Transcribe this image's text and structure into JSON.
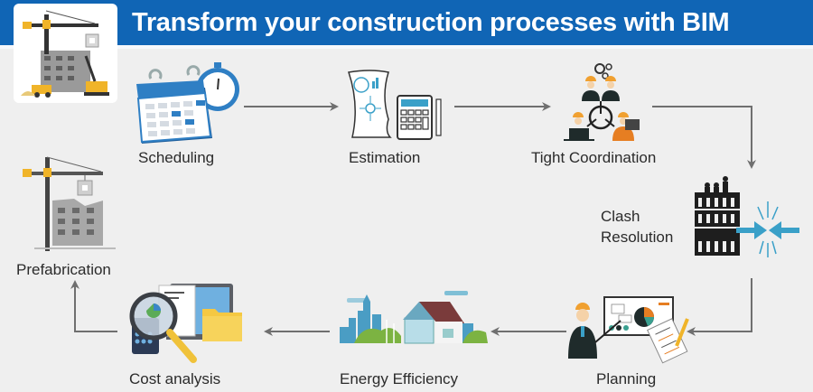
{
  "header": {
    "title": "Transform your construction processes with BIM",
    "background_color": "#1065b5"
  },
  "logo": {
    "icon": "construction-crane-building-icon"
  },
  "steps": [
    {
      "label": "Scheduling",
      "icon": "calendar-stopwatch-icon"
    },
    {
      "label": "Estimation",
      "icon": "blueprint-calculator-icon"
    },
    {
      "label": "Tight Coordination",
      "icon": "team-coordination-icon"
    },
    {
      "label": "Clash Resolution",
      "label_line1": "Clash",
      "label_line2": "Resolution",
      "icon": "clash-building-icon"
    },
    {
      "label": "Planning",
      "icon": "engineer-presentation-icon"
    },
    {
      "label": "Energy Efficiency",
      "icon": "green-city-house-icon"
    },
    {
      "label": "Cost analysis",
      "icon": "magnifier-laptop-folder-icon"
    },
    {
      "label": "Prefabrication",
      "icon": "crane-building-icon"
    }
  ],
  "colors": {
    "accent_blue": "#1065b5",
    "icon_blue": "#2f7fc4",
    "arrow_gray": "#6f6f6f",
    "background": "#efefef",
    "text": "#2b2b2b",
    "crane_yellow": "#f0b429",
    "orange": "#e67e22"
  }
}
